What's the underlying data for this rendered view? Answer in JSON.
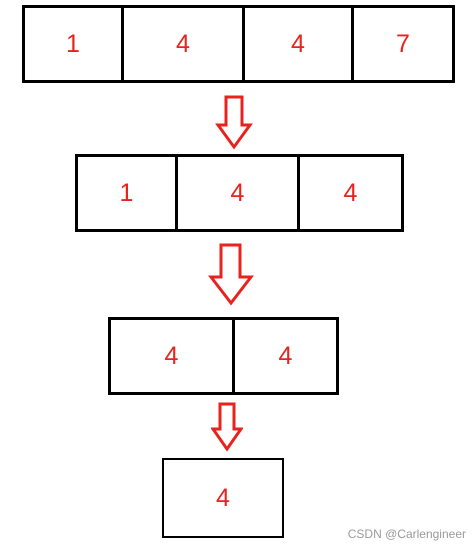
{
  "rows": [
    {
      "values": [
        "1",
        "4",
        "4",
        "7"
      ]
    },
    {
      "values": [
        "1",
        "4",
        "4"
      ]
    },
    {
      "values": [
        "4",
        "4"
      ]
    },
    {
      "values": [
        "4"
      ]
    }
  ],
  "colors": {
    "digit": "#e8231d",
    "arrow": "#e8231d",
    "border": "#000000"
  },
  "watermark": "CSDN @Carlengineer"
}
